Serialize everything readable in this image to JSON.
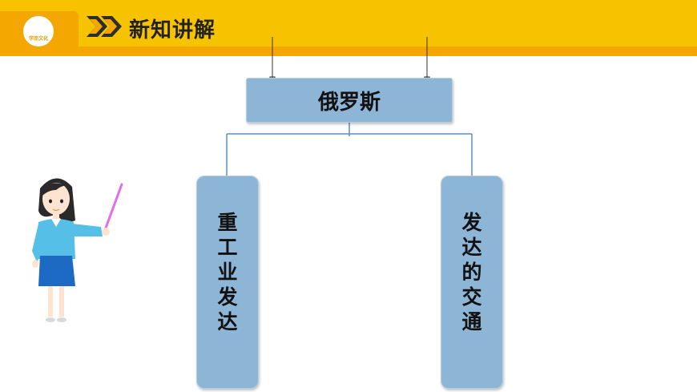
{
  "header": {
    "title": "新知讲解",
    "logo_text": "学而文化",
    "accent_color": "#f7c300"
  },
  "diagram": {
    "root": "俄罗斯",
    "children": [
      {
        "label": "重工业发达"
      },
      {
        "label": "发达的交通"
      }
    ],
    "box_color": "#8db5d6"
  },
  "icons": [
    "double-chevron-icon",
    "teacher-figure",
    "pointer-stick",
    "binder-clip-icon"
  ]
}
